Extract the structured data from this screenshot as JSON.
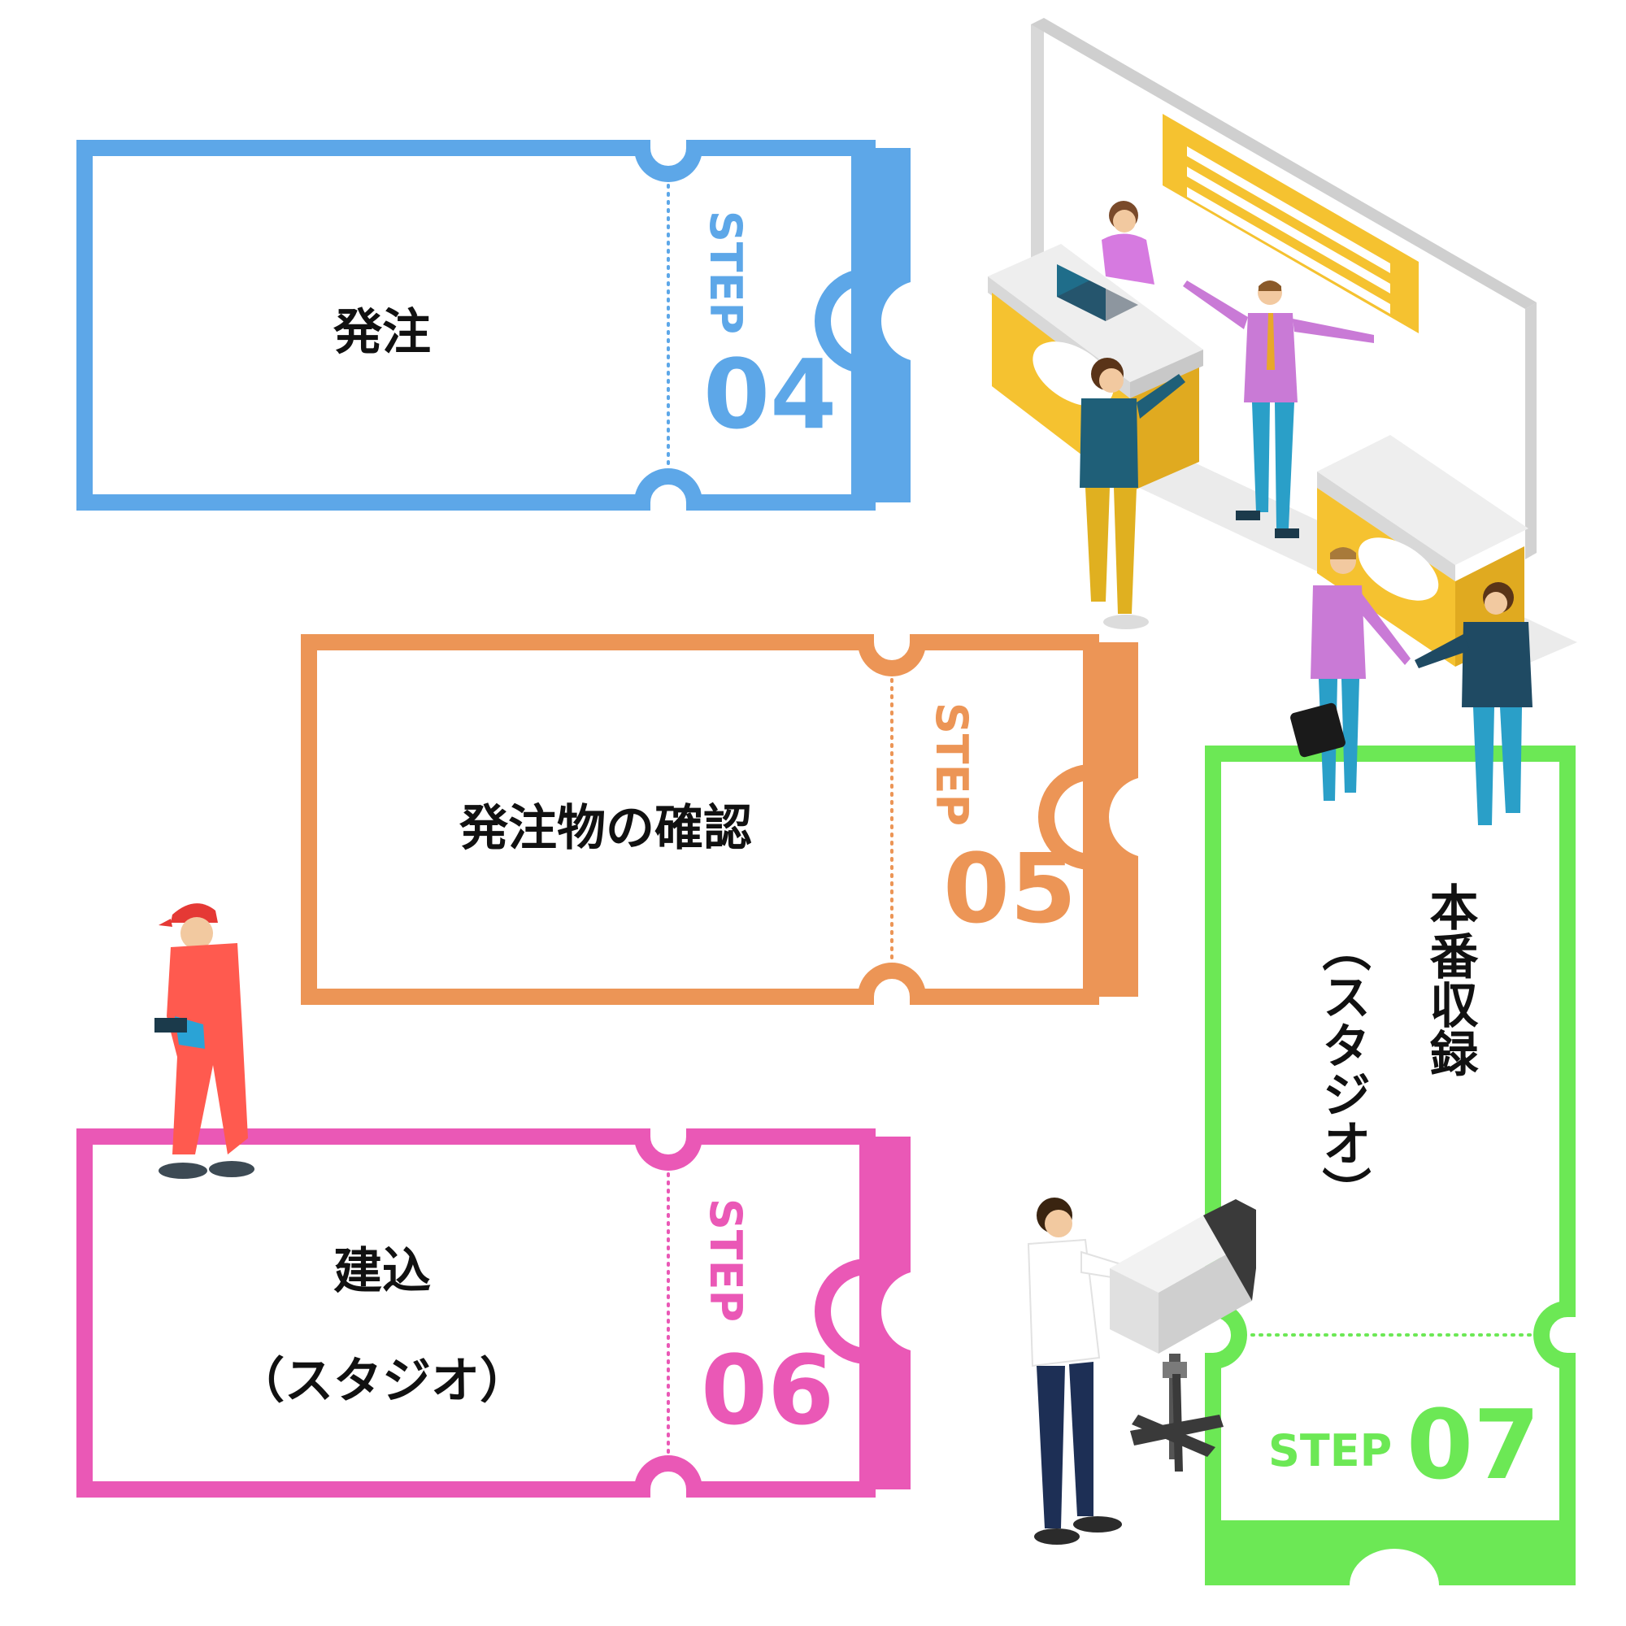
{
  "steps": [
    {
      "title": "発注",
      "step_word": "STEP",
      "number": "04",
      "color": "#5da7e8"
    },
    {
      "title": "発注物の確認",
      "step_word": "STEP",
      "number": "05",
      "color": "#ec9556"
    },
    {
      "title_line1": "建込",
      "title_line2": "（スタジオ）",
      "step_word": "STEP",
      "number": "06",
      "color": "#ea58b6"
    },
    {
      "title_line1": "本番収録",
      "title_line2": "（スタジオ）",
      "step_word": "STEP",
      "number": "07",
      "color": "#6ce855"
    }
  ],
  "illustrations": {
    "reception": "trade-show-booth-icon",
    "worker": "construction-worker-icon",
    "camera": "camera-operator-icon"
  }
}
